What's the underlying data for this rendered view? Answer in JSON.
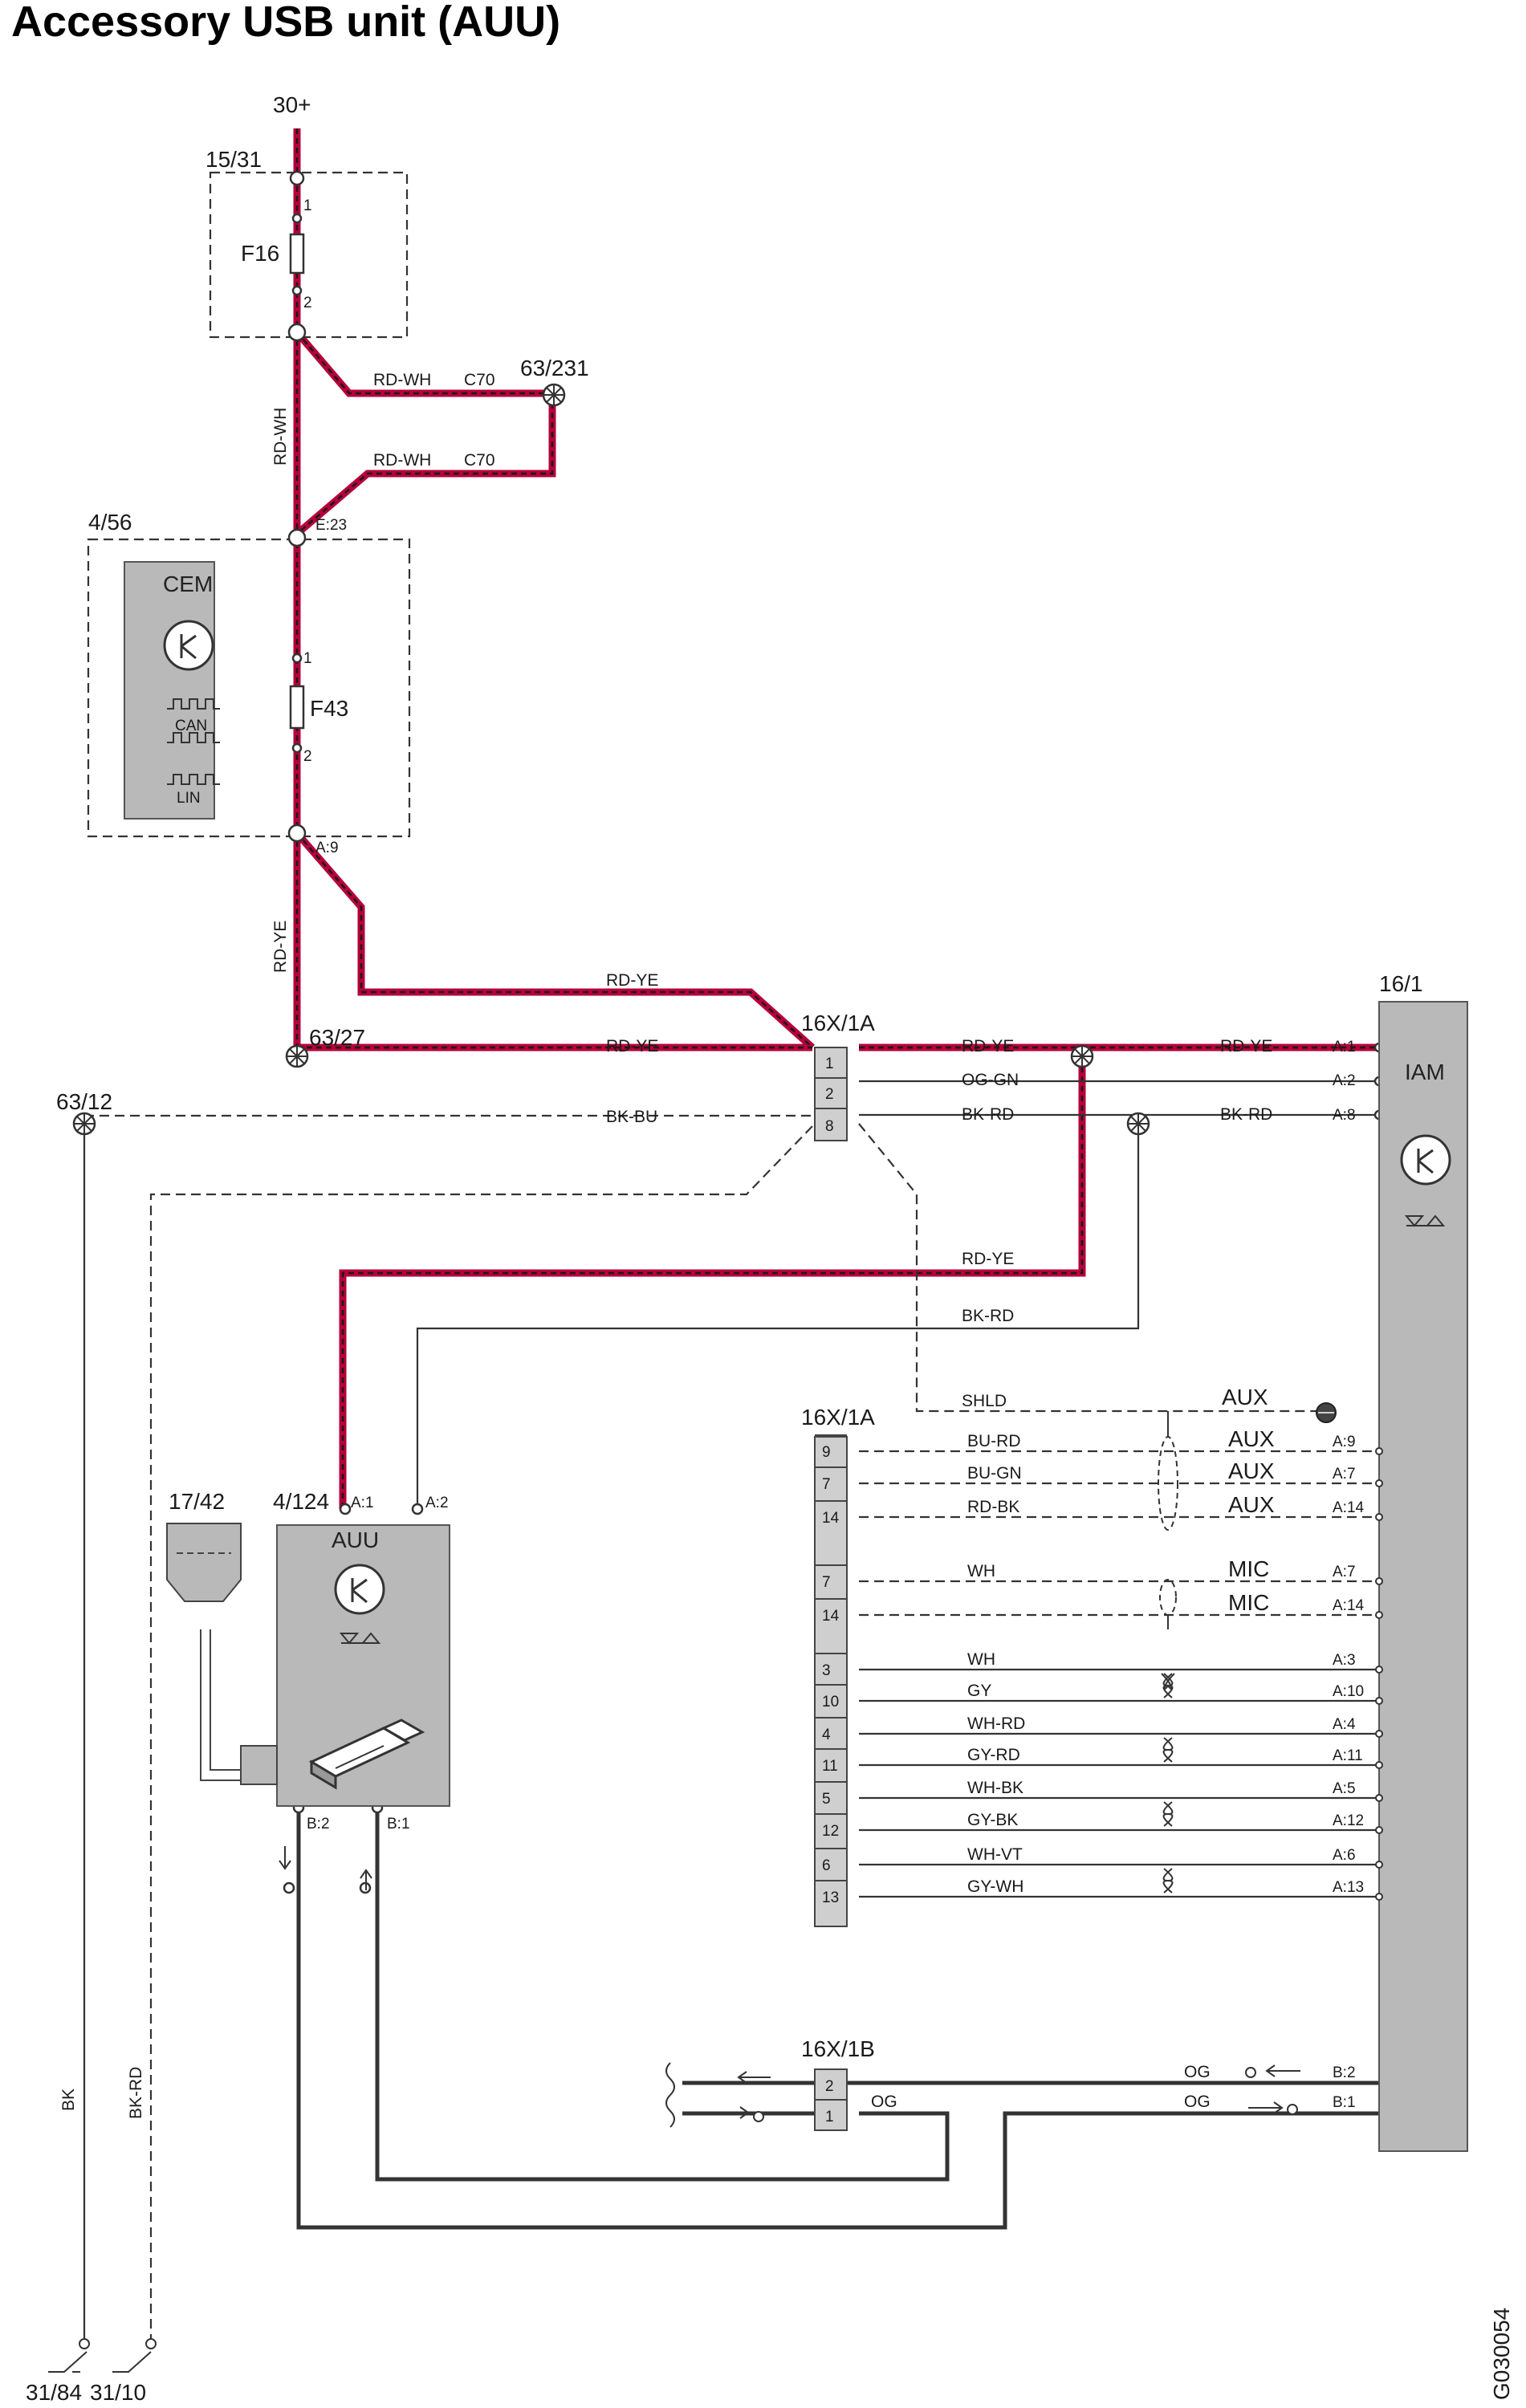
{
  "title": "Accessory USB unit (AUU)",
  "figure_id": "G030054",
  "colors": {
    "power_wire": "#b5003a",
    "wire": "#333333",
    "module_fill": "#b9b9b9",
    "connector_fill": "#cfcfcf"
  },
  "supply": {
    "label": "30+"
  },
  "fuse_box_1": {
    "ref": "15/31",
    "fuse": "F16",
    "pin_top": "1",
    "pin_bottom": "2"
  },
  "splice_1": {
    "ref": "63/231",
    "wire_top": "RD-WH",
    "conn_top": "C70",
    "wire_bottom": "RD-WH",
    "conn_bottom": "C70",
    "wire_vertical": "RD-WH"
  },
  "cem": {
    "ref": "4/56",
    "name": "CEM",
    "pin_in": "E:23",
    "fuse": "F43",
    "pin_top": "1",
    "pin_bottom": "2",
    "pin_out": "A:9",
    "bus_can": "CAN",
    "bus_lin": "LIN"
  },
  "splice_2": {
    "ref": "63/27",
    "wire_vertical": "RD-YE",
    "wire_upper": "RD-YE",
    "wire_lower": "RD-YE"
  },
  "ground_splice": {
    "ref": "63/12",
    "wire": "BK-BU"
  },
  "connector_1a_top": {
    "ref": "16X/1A",
    "pins": [
      "1",
      "2",
      "8"
    ]
  },
  "iam": {
    "ref": "16/1",
    "name": "IAM"
  },
  "iam_wires_top": [
    {
      "wire": "RD-YE",
      "wire_right": "RD-YE",
      "pin": "A:1"
    },
    {
      "wire": "OG-GN",
      "wire_right": "",
      "pin": "A:2"
    },
    {
      "wire": "BK-RD",
      "wire_right": "BK-RD",
      "pin": "A:8"
    }
  ],
  "auu_feed": {
    "wire_power": "RD-YE",
    "wire_signal": "BK-RD"
  },
  "auu": {
    "ref": "4/124",
    "name": "AUU",
    "pin_a1": "A:1",
    "pin_a2": "A:2",
    "pin_b2": "B:2",
    "pin_b1": "B:1"
  },
  "usb_socket": {
    "ref": "17/42"
  },
  "shield": {
    "wire": "SHLD",
    "label": "AUX"
  },
  "connector_1a_bottom": {
    "ref": "16X/1A",
    "rows": [
      {
        "pin": "9",
        "wire": "BU-RD",
        "group": "AUX",
        "iam_pin": "A:9"
      },
      {
        "pin": "7",
        "wire": "BU-GN",
        "group": "AUX",
        "iam_pin": "A:7"
      },
      {
        "pin": "14",
        "wire": "RD-BK",
        "group": "AUX",
        "iam_pin": "A:14"
      },
      {
        "pin": "7",
        "wire": "WH",
        "group": "MIC",
        "iam_pin": "A:7"
      },
      {
        "pin": "14",
        "wire": "",
        "group": "MIC",
        "iam_pin": "A:14"
      },
      {
        "pin": "3",
        "wire": "WH",
        "group": "",
        "iam_pin": "A:3"
      },
      {
        "pin": "10",
        "wire": "GY",
        "group": "",
        "iam_pin": "A:10"
      },
      {
        "pin": "4",
        "wire": "WH-RD",
        "group": "",
        "iam_pin": "A:4"
      },
      {
        "pin": "11",
        "wire": "GY-RD",
        "group": "",
        "iam_pin": "A:11"
      },
      {
        "pin": "5",
        "wire": "WH-BK",
        "group": "",
        "iam_pin": "A:5"
      },
      {
        "pin": "12",
        "wire": "GY-BK",
        "group": "",
        "iam_pin": "A:12"
      },
      {
        "pin": "6",
        "wire": "WH-VT",
        "group": "",
        "iam_pin": "A:6"
      },
      {
        "pin": "13",
        "wire": "GY-WH",
        "group": "",
        "iam_pin": "A:13"
      }
    ]
  },
  "connector_1b": {
    "ref": "16X/1B",
    "rows": [
      {
        "pin": "2",
        "wire": "",
        "wire_right": "OG",
        "iam_pin": "B:2"
      },
      {
        "pin": "1",
        "wire": "OG",
        "wire_right": "OG",
        "iam_pin": "B:1"
      }
    ]
  },
  "grounds": {
    "left_ref": "31/84",
    "left_wire": "BK",
    "right_ref": "31/10",
    "right_wire": "BK-RD"
  }
}
